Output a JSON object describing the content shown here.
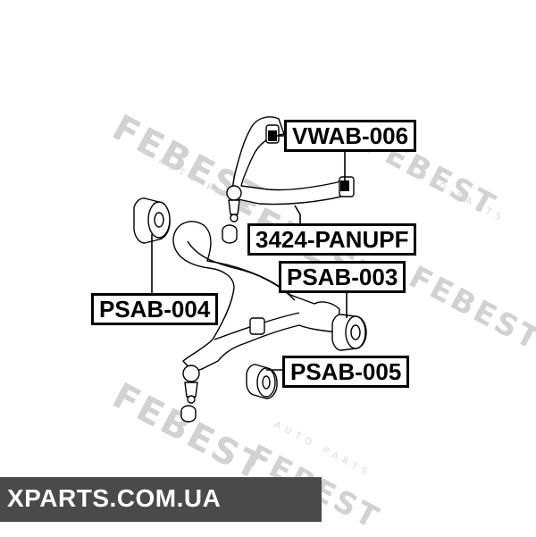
{
  "watermark": {
    "brand": "FEBEST",
    "sub": "AUTO PARTS"
  },
  "labels": {
    "vwab_006": "VWAB-006",
    "panupf": "3424-PANUPF",
    "psab_003": "PSAB-003",
    "psab_004": "PSAB-004",
    "psab_005": "PSAB-005"
  },
  "footer": {
    "site": "XPARTS.COM.UA"
  },
  "colors": {
    "banner": "#4a4a4a",
    "line": "#000000",
    "watermark": "#d2d2d2"
  }
}
